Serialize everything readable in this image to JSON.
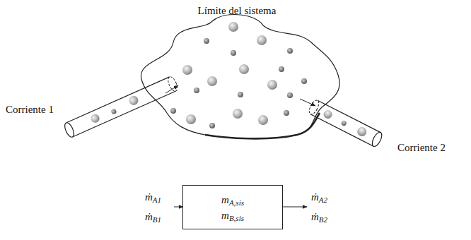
{
  "diagram": {
    "nodes": [
      {
        "text": [
          "mA,sis",
          "mB,sis"
        ]
      }
    ],
    "labels": [
      "Límite del sistema",
      "Corriente 1",
      "Corriente 2",
      "ṁA1",
      "ṁB1",
      "ṁA2",
      "ṁB2"
    ]
  }
}
